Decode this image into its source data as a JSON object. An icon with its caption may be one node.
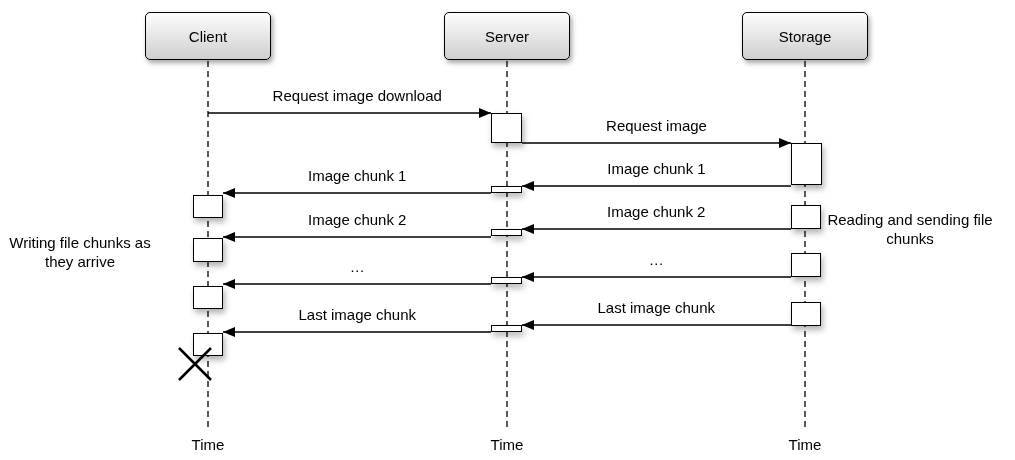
{
  "diagram": {
    "nodes": [
      {
        "text": [
          "Client"
        ]
      },
      {
        "text": [
          "Server"
        ]
      },
      {
        "text": [
          "Storage"
        ]
      },
      {
        "text": [],
        "shape": "box"
      },
      {
        "text": [],
        "shape": "box"
      },
      {
        "text": [],
        "shape": "box"
      },
      {
        "text": [],
        "shape": "box"
      },
      {
        "text": [],
        "shape": "box"
      },
      {
        "text": [],
        "shape": "box"
      },
      {
        "text": [],
        "shape": "box"
      },
      {
        "text": [],
        "shape": "box"
      },
      {
        "text": [],
        "shape": "box"
      },
      {
        "text": [],
        "shape": "box"
      },
      {
        "text": [],
        "shape": "box"
      },
      {
        "text": [],
        "shape": "box"
      },
      {
        "text": [],
        "shape": "box"
      }
    ],
    "edges": [
      {
        "from": null,
        "to": 3,
        "arrow": "to",
        "label": "Request image download"
      },
      {
        "from": 3,
        "to": 4,
        "arrow": "to",
        "label": "Request image"
      },
      {
        "from": 4,
        "to": 5,
        "arrow": "to",
        "label": "Image chunk 1"
      },
      {
        "from": 5,
        "to": 6,
        "arrow": "to",
        "label": "Image chunk 1"
      },
      {
        "from": 7,
        "to": 8,
        "arrow": "to",
        "label": "Image chunk 2"
      },
      {
        "from": 8,
        "to": 9,
        "arrow": "to",
        "label": "Image chunk 2"
      },
      {
        "from": 10,
        "to": 11,
        "arrow": "to",
        "label": "…"
      },
      {
        "from": 11,
        "to": 12,
        "arrow": "to",
        "label": "…"
      },
      {
        "from": 13,
        "to": 14,
        "arrow": "to",
        "label": "Last image chunk"
      },
      {
        "from": 14,
        "to": 15,
        "arrow": "to",
        "label": "Last image chunk"
      }
    ],
    "labels": [
      "Reading and sending file chunks",
      "Writing file chunks as they arrive",
      "Time",
      "Time",
      "Time"
    ]
  }
}
